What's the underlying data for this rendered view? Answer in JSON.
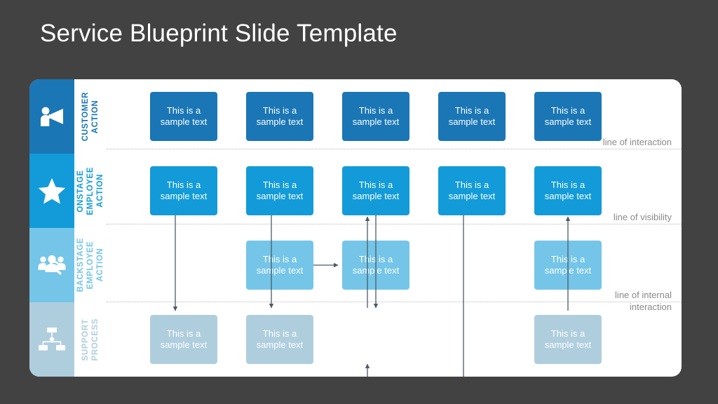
{
  "slide": {
    "title": "Service Blueprint Slide Template",
    "background_color": "#424242",
    "card_color": "#ffffff"
  },
  "box_text": "This is a\nsample text",
  "rows": [
    {
      "key": "customer-action",
      "label": "CUSTOMER\nACTION",
      "icon": "megaphone-icon",
      "panel_color": "#1A76B5",
      "label_color": "#1A76B5",
      "box_color": "#1A76B5",
      "columns": [
        true,
        true,
        true,
        true,
        true
      ]
    },
    {
      "key": "onstage-employee-action",
      "label": "ONSTAGE\nEMPLOYEE\nACTION",
      "icon": "star-icon",
      "panel_color": "#129BD8",
      "label_color": "#129BD8",
      "box_color": "#129BD8",
      "columns": [
        true,
        true,
        true,
        true,
        true
      ]
    },
    {
      "key": "backstage-employee-action",
      "label": "BACKSTAGE\nEMPLOYEE\nACTION",
      "icon": "people-search-icon",
      "panel_color": "#74C5E8",
      "label_color": "#74C5E8",
      "box_color": "#74C5E8",
      "columns": [
        false,
        true,
        true,
        false,
        true
      ]
    },
    {
      "key": "support-process",
      "label": "SUPPORT\nPROCESS",
      "icon": "hierarchy-icon",
      "panel_color": "#AFCEDD",
      "label_color": "#AFCEDD",
      "box_color": "#AFCEDD",
      "columns": [
        true,
        true,
        false,
        false,
        true
      ]
    }
  ],
  "lines": [
    {
      "key": "line-of-interaction",
      "label": "line of interaction"
    },
    {
      "key": "line-of-visibility",
      "label": "line of visibility"
    },
    {
      "key": "line-of-internal-interaction",
      "label": "line of internal\ninteraction"
    }
  ],
  "connector_color": "#4a5a66"
}
